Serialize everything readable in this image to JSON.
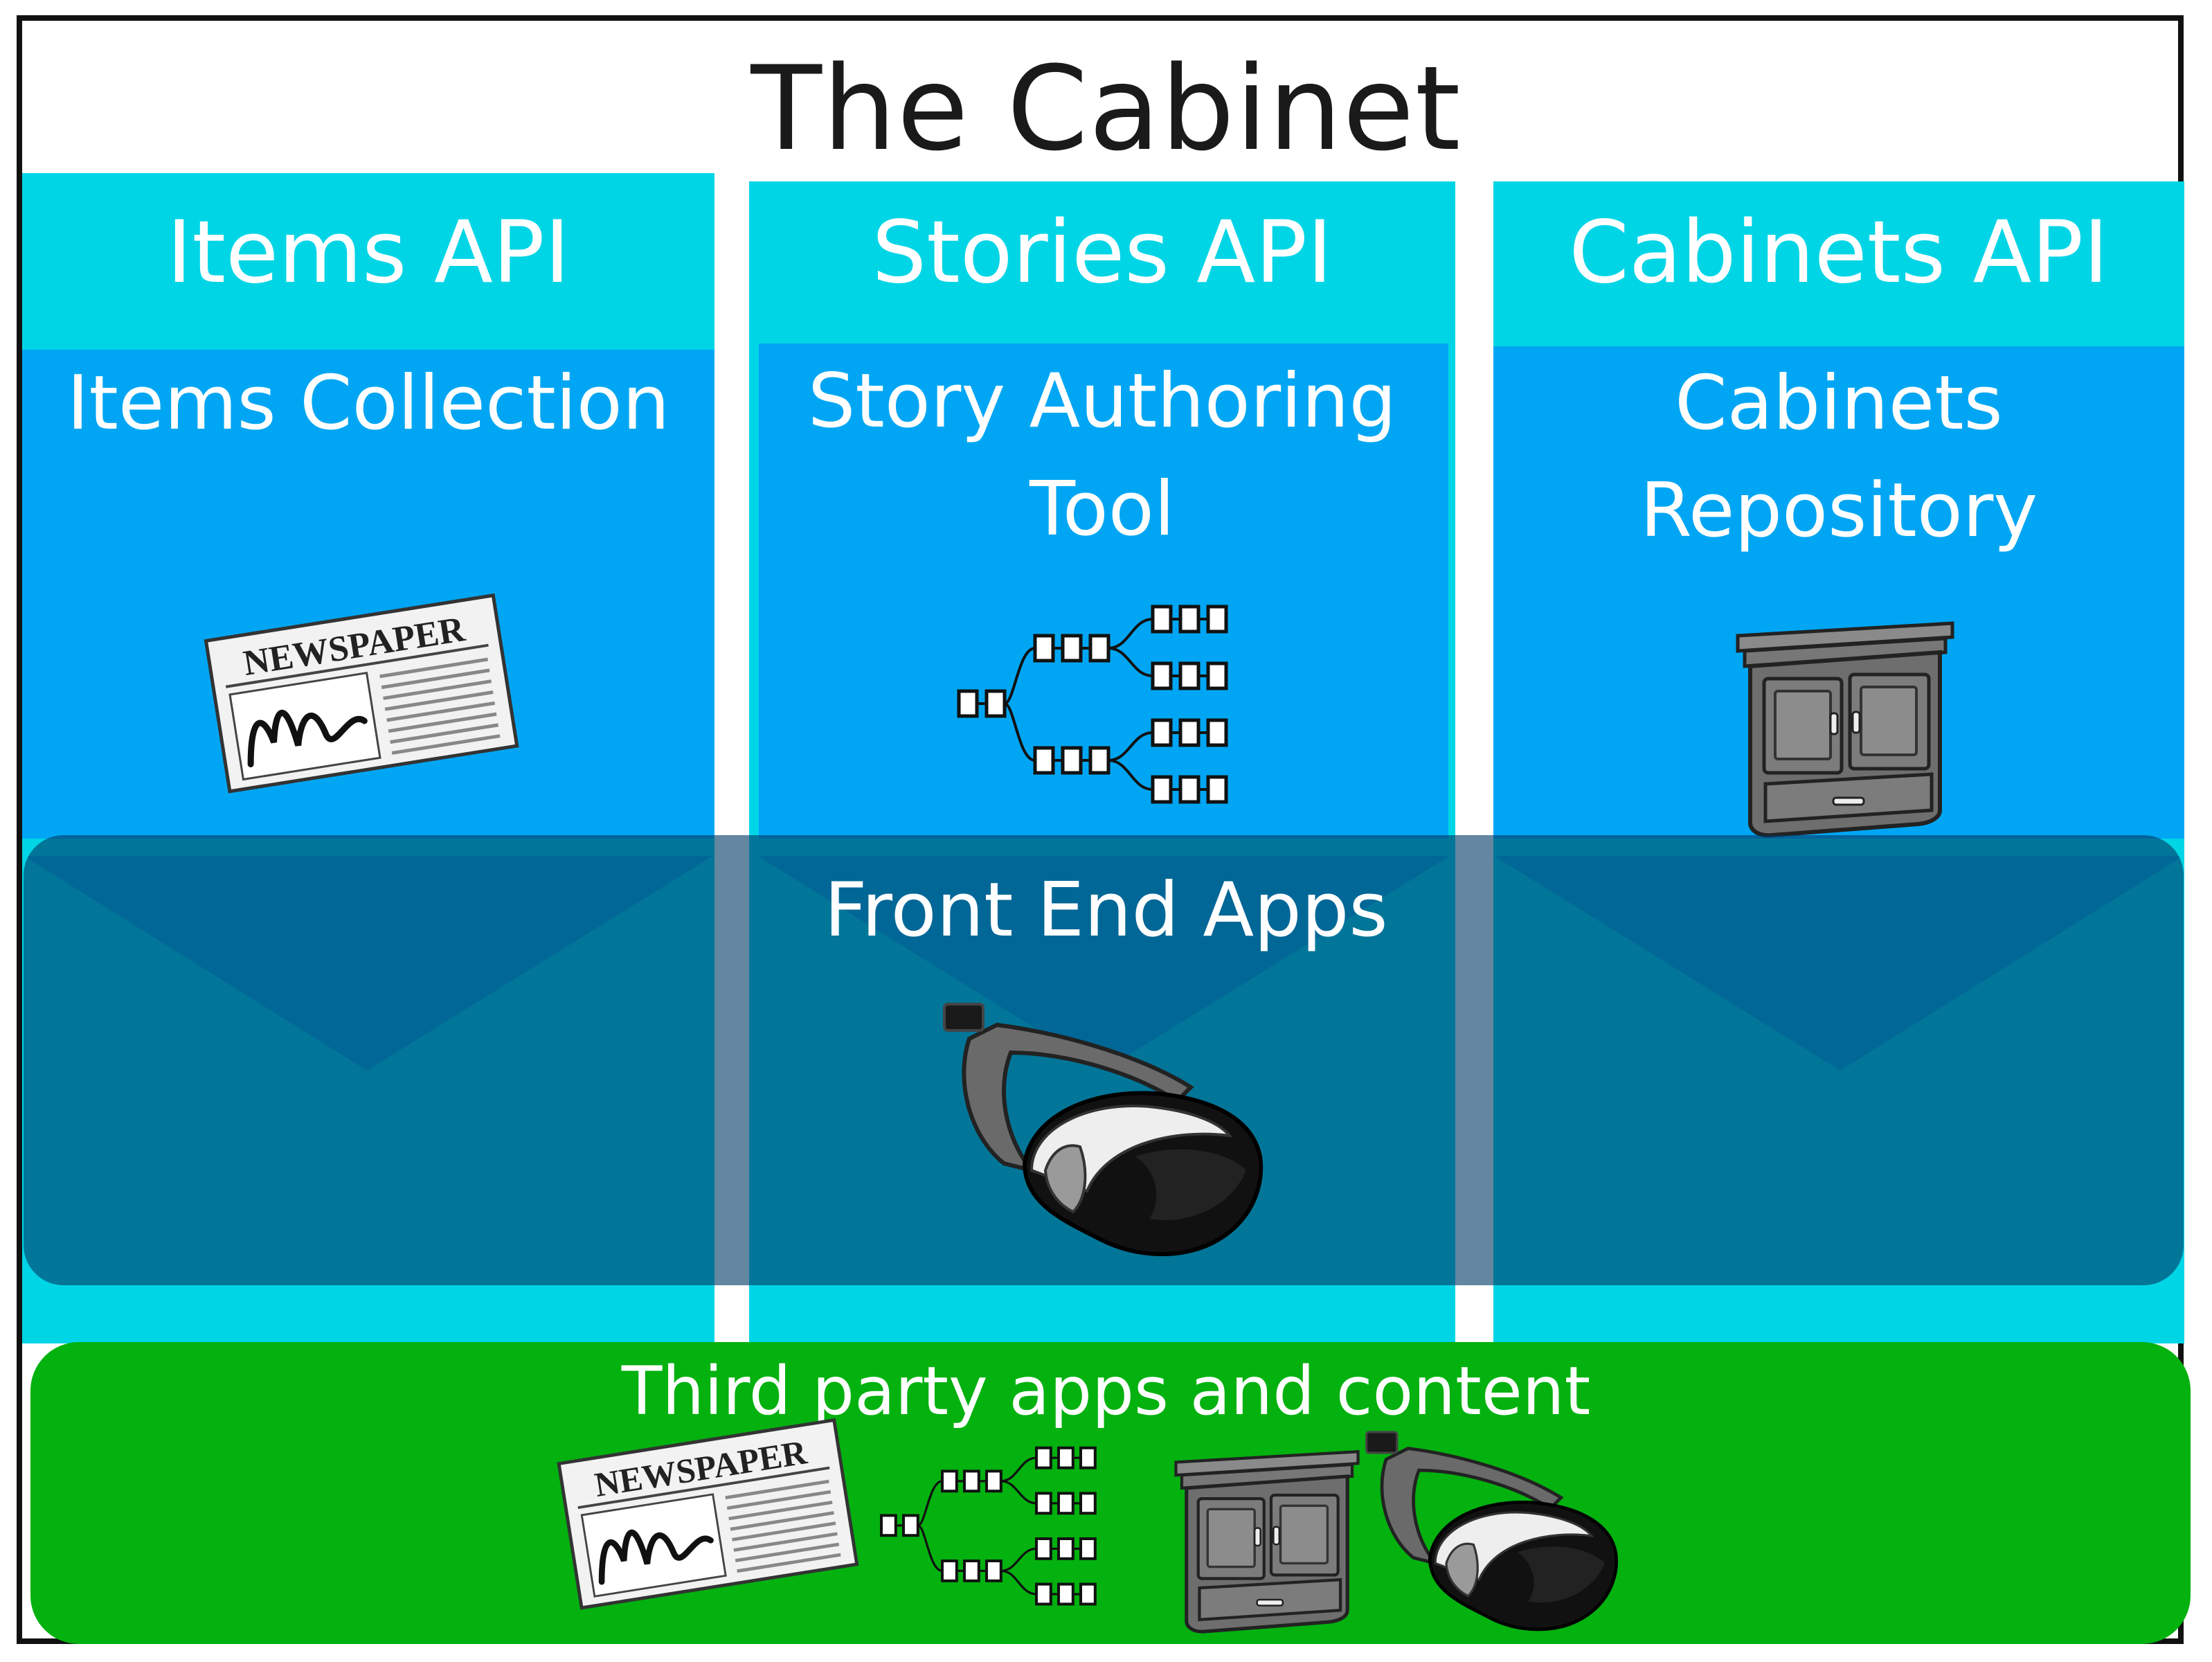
{
  "title": "The Cabinet",
  "columns": [
    {
      "header": "Items API",
      "subtitle_lines": [
        "Items Collection"
      ],
      "icon": "newspaper-icon",
      "icon_text": "NEWSPAPER"
    },
    {
      "header": "Stories API",
      "subtitle_lines": [
        "Story Authoring",
        "Tool"
      ],
      "icon": "story-tree-icon"
    },
    {
      "header": "Cabinets API",
      "subtitle_lines": [
        "Cabinets",
        "Repository"
      ],
      "icon": "cabinet-icon"
    }
  ],
  "front_end": {
    "label": "Front End Apps",
    "icon": "vr-headset-icon"
  },
  "third_party": {
    "label": "Third party apps and  content",
    "icons": [
      "newspaper-icon",
      "story-tree-icon",
      "cabinet-icon",
      "vr-headset-icon"
    ],
    "icon_text": "NEWSPAPER"
  },
  "colors": {
    "api_header": "#00d5e6",
    "api_body": "#00a6f3",
    "front_end_band": "#0b5f70",
    "third_party_band": "#03b10f",
    "border": "#111111"
  }
}
